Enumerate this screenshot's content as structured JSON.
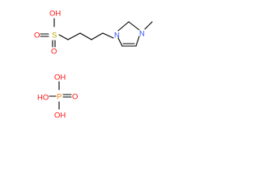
{
  "structure": {
    "molecule_1": {
      "sulfonate_oh": "OH",
      "sulfur": "S",
      "oxygen_left": "O",
      "oxygen_bottom": "O",
      "ring_n1": "N",
      "ring_n3": "N"
    },
    "molecule_2": {
      "phosphorus": "P",
      "oxygen_double": "O",
      "oh_top": "OH",
      "oh_left": "HO",
      "oh_bottom": "OH"
    }
  },
  "colors": {
    "oxygen": "#ff0d0d",
    "sulfur": "#b8a600",
    "nitrogen": "#3050f8",
    "phosphorus": "#ff8000",
    "bond": "#000000"
  }
}
